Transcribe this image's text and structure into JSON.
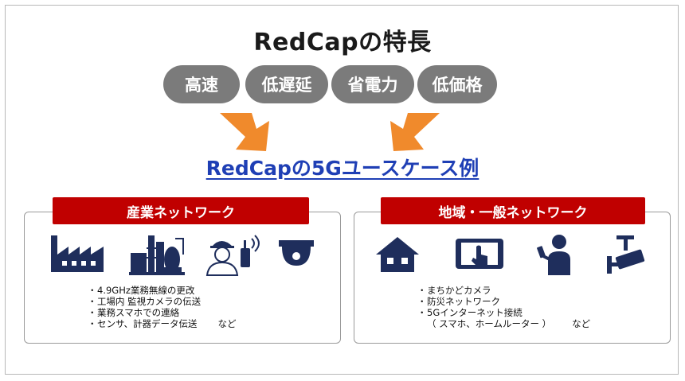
{
  "title": "RedCapの特長",
  "features": [
    "高速",
    "低遅延",
    "省電力",
    "低価格"
  ],
  "subtitle": "RedCapの5Gユースケース例",
  "colors": {
    "pill_gray": "#7b7b7b",
    "arrow_orange": "#f08a2c",
    "subtitle_blue": "#1f3fb5",
    "header_red": "#c00000",
    "icon_navy": "#1f2e5c"
  },
  "industrial": {
    "header": "産業ネットワーク",
    "icons": [
      "factory-icon",
      "plant-icon",
      "worker-radio-icon",
      "dome-camera-icon"
    ],
    "bullets": [
      "4.9GHz業務無線の更改",
      "工場内 監視カメラの伝送",
      "業務スマホでの連絡",
      "センサ、計器データ伝送"
    ],
    "bullet_mark": "・",
    "suffix": "など"
  },
  "regional": {
    "header": "地域・一般ネットワーク",
    "icons": [
      "house-icon",
      "tablet-touch-icon",
      "person-phone-icon",
      "street-camera-icon"
    ],
    "bullets": [
      "まちかどカメラ",
      "防災ネットワーク",
      "5Gインターネット接続"
    ],
    "bullet_mark": "・",
    "extra_line": "（ スマホ、ホームルーター ）",
    "suffix": "など"
  }
}
